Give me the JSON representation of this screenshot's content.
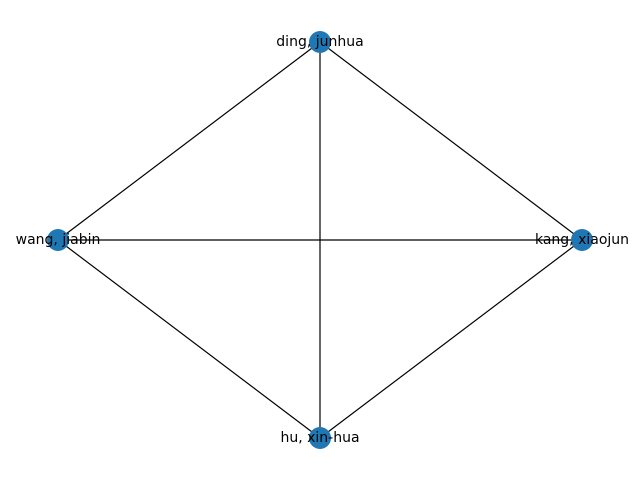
{
  "graph": {
    "node_color": "#1f77b4",
    "edge_color": "#000000",
    "nodes": [
      {
        "id": "ding",
        "label": "ding, junhua"
      },
      {
        "id": "kang",
        "label": "kang, xiaojun"
      },
      {
        "id": "hu",
        "label": "hu, xin-hua"
      },
      {
        "id": "wang",
        "label": "wang, jiabin"
      }
    ],
    "edges": [
      [
        "ding",
        "wang"
      ],
      [
        "ding",
        "kang"
      ],
      [
        "ding",
        "hu"
      ],
      [
        "wang",
        "kang"
      ],
      [
        "wang",
        "hu"
      ],
      [
        "kang",
        "hu"
      ]
    ]
  }
}
